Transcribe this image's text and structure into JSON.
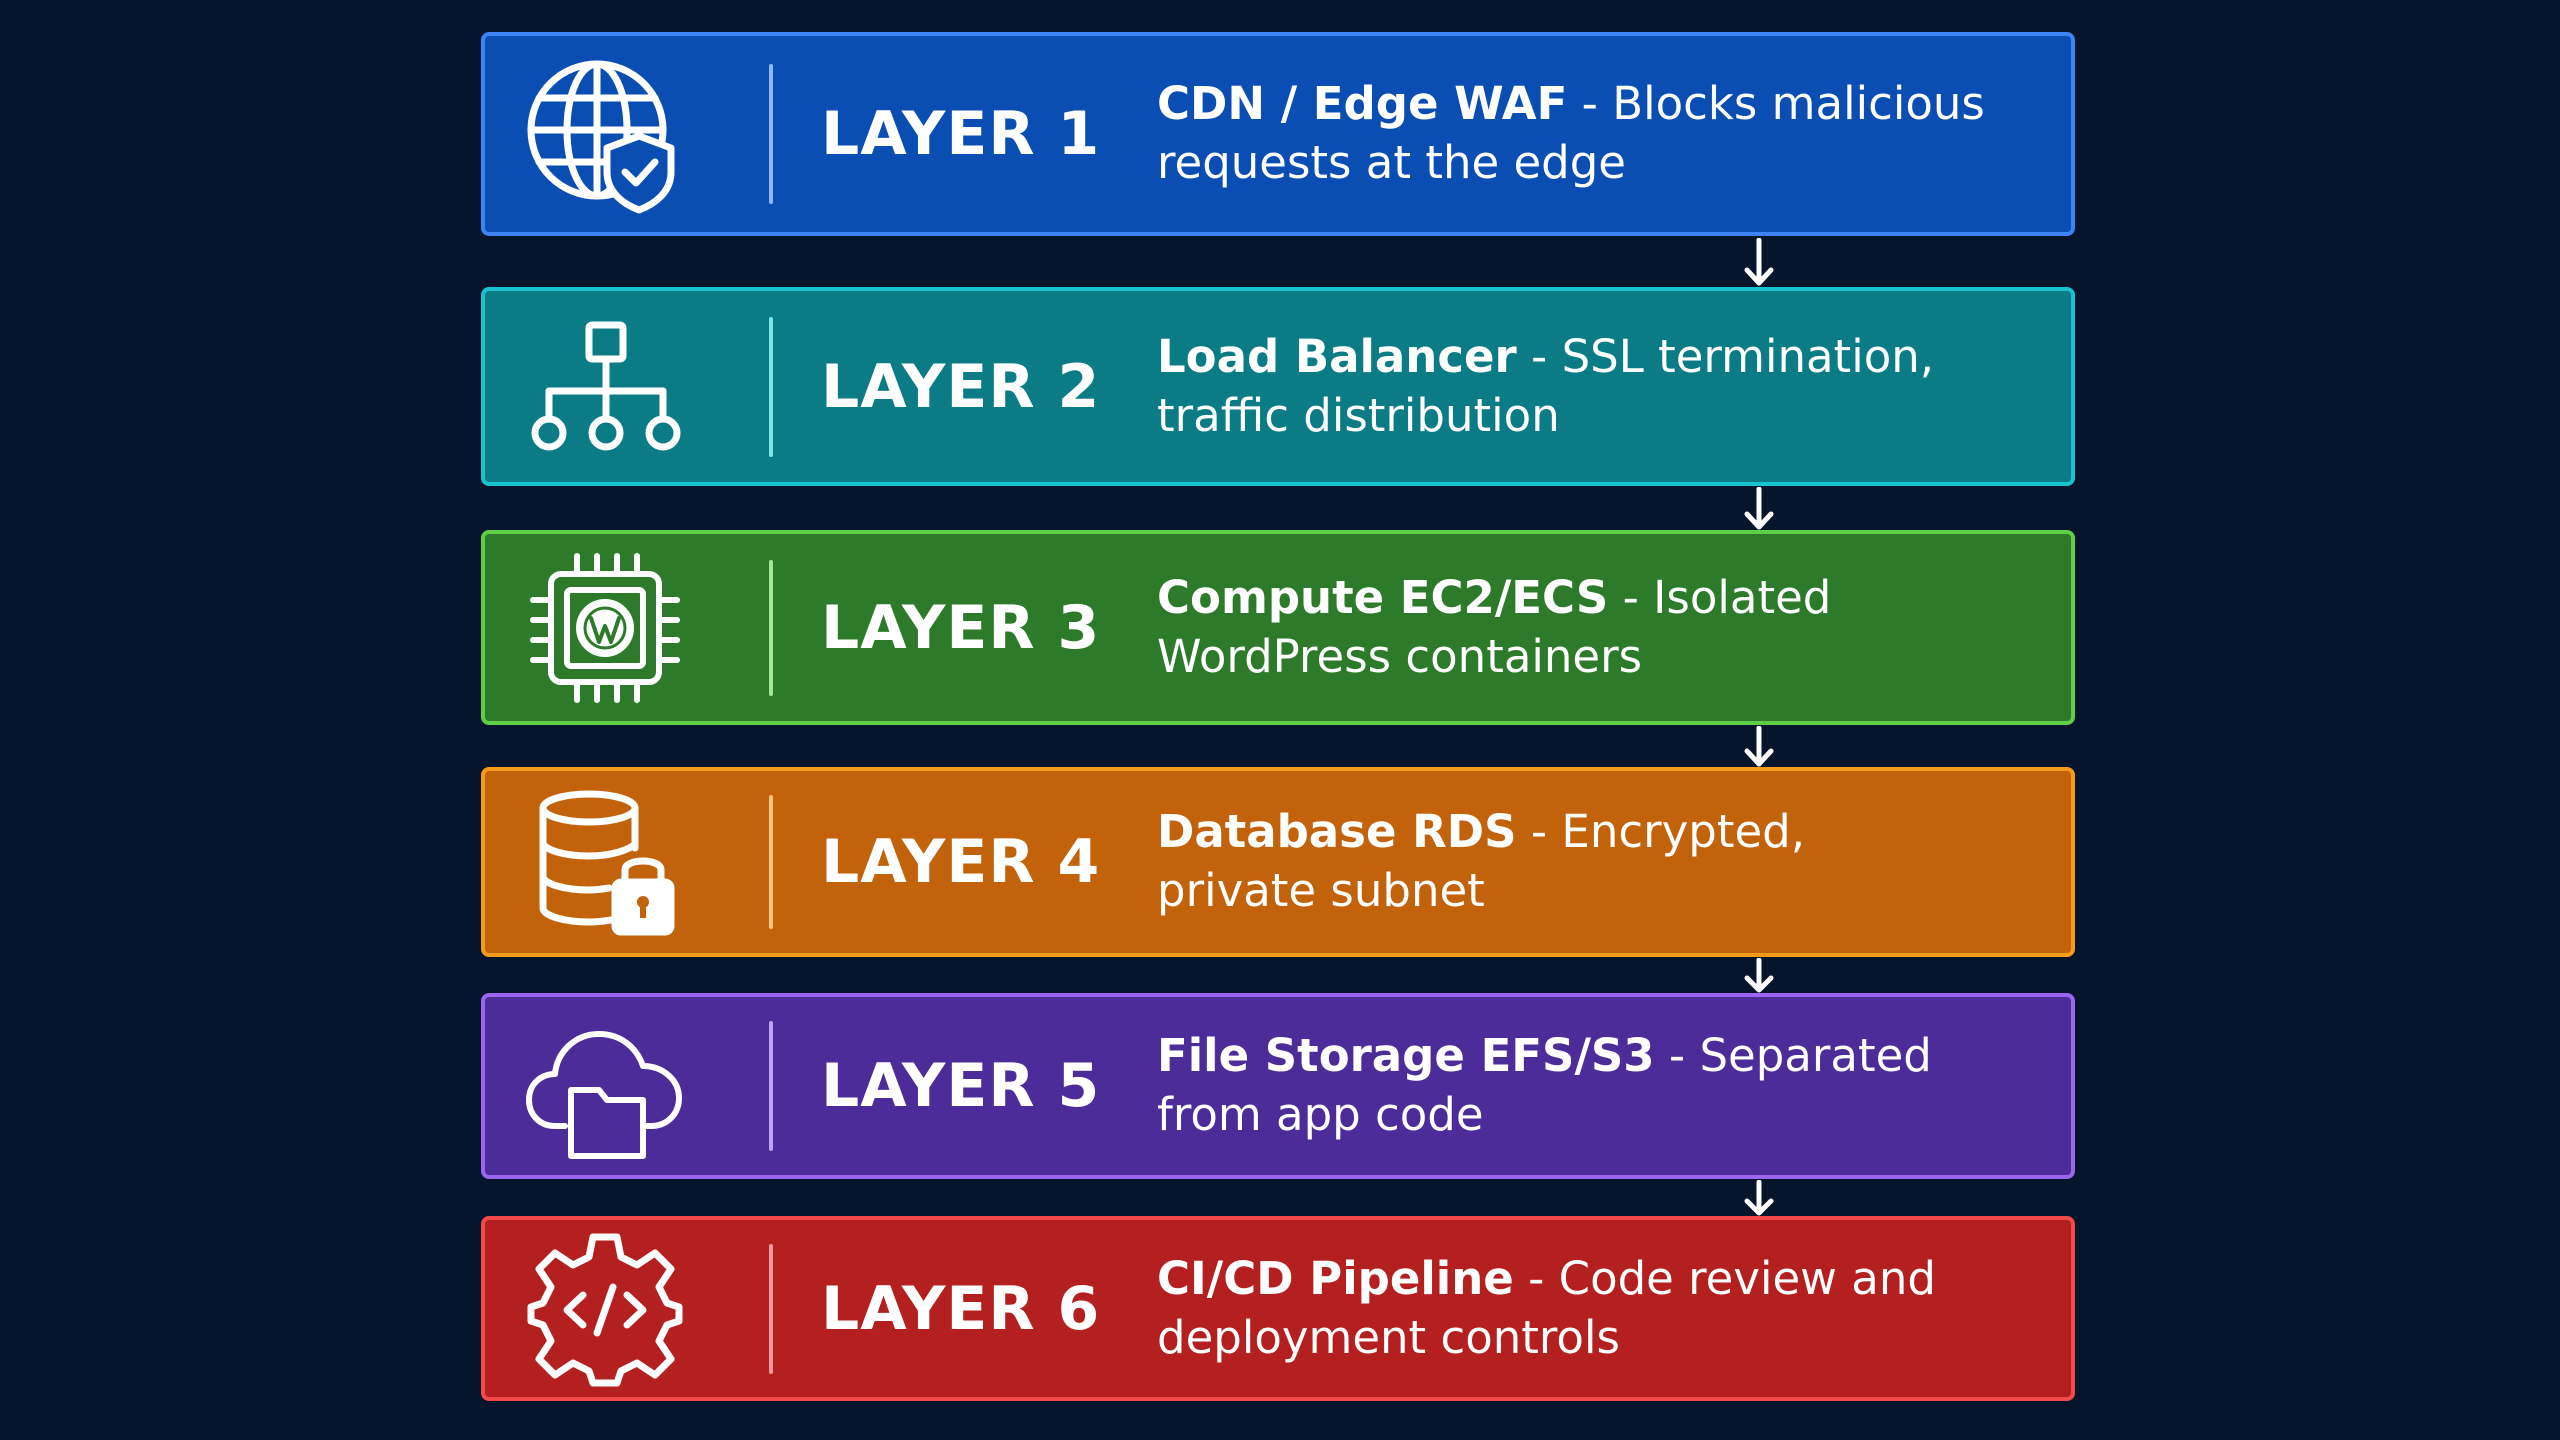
{
  "layers": [
    {
      "label": "LAYER 1",
      "title": "CDN / Edge WAF",
      "separator": " - ",
      "line1_rest": "Blocks malicious",
      "line2": "requests at the edge",
      "icon": "globe-shield-icon",
      "bg_color": "#0a4db3",
      "border_color": "#3d84f5",
      "divider_color": "#8fb7ff"
    },
    {
      "label": "LAYER 2",
      "title": "Load Balancer",
      "separator": " - ",
      "line1_rest": "SSL termination,",
      "line2": "traffic distribution",
      "icon": "network-hierarchy-icon",
      "bg_color": "#0b7b86",
      "border_color": "#19c2cf",
      "divider_color": "#7de3ea"
    },
    {
      "label": "LAYER 3",
      "title": "Compute EC2/ECS",
      "separator": " - ",
      "line1_rest": "Isolated",
      "line2": "WordPress containers",
      "icon": "cpu-wordpress-icon",
      "bg_color": "#2c7a2a",
      "border_color": "#5fcf4a",
      "divider_color": "#a6e59a"
    },
    {
      "label": "LAYER 4",
      "title": "Database RDS",
      "separator": " - ",
      "line1_rest": "Encrypted,",
      "line2": "private subnet",
      "icon": "database-lock-icon",
      "bg_color": "#c2620a",
      "border_color": "#f59b1c",
      "divider_color": "#f7c487"
    },
    {
      "label": "LAYER 5",
      "title": "File Storage EFS/S3",
      "separator": " - ",
      "line1_rest": "Separated",
      "line2": "from app code",
      "icon": "cloud-folder-icon",
      "bg_color": "#4b2c99",
      "border_color": "#9a66f0",
      "divider_color": "#bda2f5"
    },
    {
      "label": "LAYER 6",
      "title": "CI/CD Pipeline",
      "separator": " - ",
      "line1_rest": "Code review and",
      "line2": "deployment controls",
      "icon": "gear-code-icon",
      "bg_color": "#b41f1f",
      "border_color": "#f24a4a",
      "divider_color": "#f59a9a"
    }
  ]
}
